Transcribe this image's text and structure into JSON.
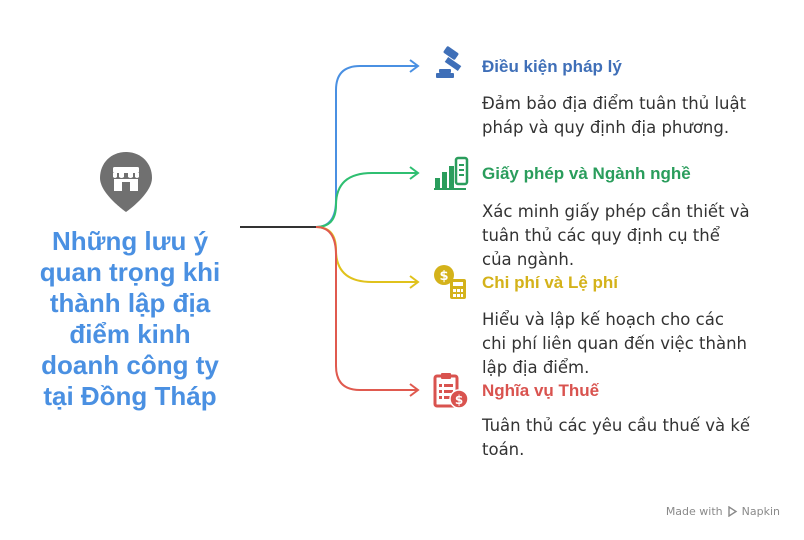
{
  "title": "Những lưu ý\nquan trọng khi\nthành lập địa\nđiểm kinh\ndoanh công ty\ntại Đồng Tháp",
  "colors": {
    "title": "#4A90E2",
    "branch_1": "#4A90E2",
    "branch_2": "#2FBF71",
    "branch_3": "#E0C21C",
    "branch_4": "#E05A4F"
  },
  "items": [
    {
      "icon": "gavel-icon",
      "title": "Điều kiện pháp lý",
      "description": "Đảm bảo địa điểm tuân thủ luật\npháp và quy định địa phương."
    },
    {
      "icon": "license-chart-icon",
      "title": "Giấy phép và Ngành nghề",
      "description": "Xác minh giấy phép cần thiết và\ntuân thủ các quy định cụ thể\ncủa ngành."
    },
    {
      "icon": "coin-calculator-icon",
      "title": "Chi phí và Lệ phí",
      "description": "Hiểu và lập kế hoạch cho các\nchi phí liên quan đến việc thành\nlập địa điểm."
    },
    {
      "icon": "tax-document-icon",
      "title": "Nghĩa vụ Thuế",
      "description": "Tuân thủ các yêu cầu thuế và kế\ntoán."
    }
  ],
  "footer": {
    "made_with": "Made with",
    "brand": "Napkin"
  }
}
